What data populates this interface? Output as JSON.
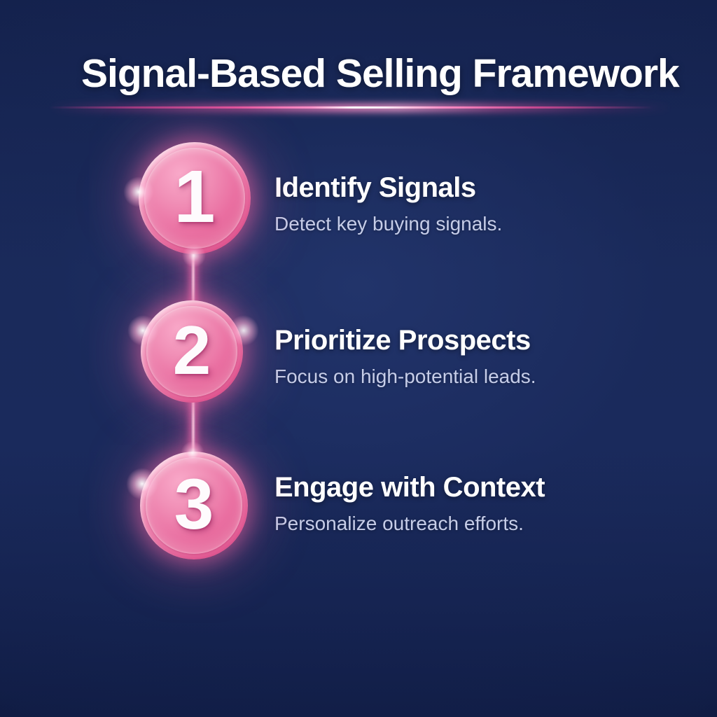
{
  "page": {
    "title": "Signal-Based Selling Framework"
  },
  "steps": [
    {
      "number": "1",
      "title": "Identify Signals",
      "description": "Detect key buying signals."
    },
    {
      "number": "2",
      "title": "Prioritize Prospects",
      "description": "Focus on high-potential leads."
    },
    {
      "number": "3",
      "title": "Engage with Context",
      "description": "Personalize outreach efforts."
    }
  ],
  "colors": {
    "background_navy": "#1a2a5a",
    "background_deep": "#0d1838",
    "accent_pink": "#ee6ba0",
    "badge_highlight": "#f9a9c9",
    "connector_glow": "#ff6eb0",
    "divider_hot_core": "#ffffff",
    "title_text": "#ffffff",
    "step_title_text": "#ffffff",
    "step_description_text": "#c6cde8"
  }
}
